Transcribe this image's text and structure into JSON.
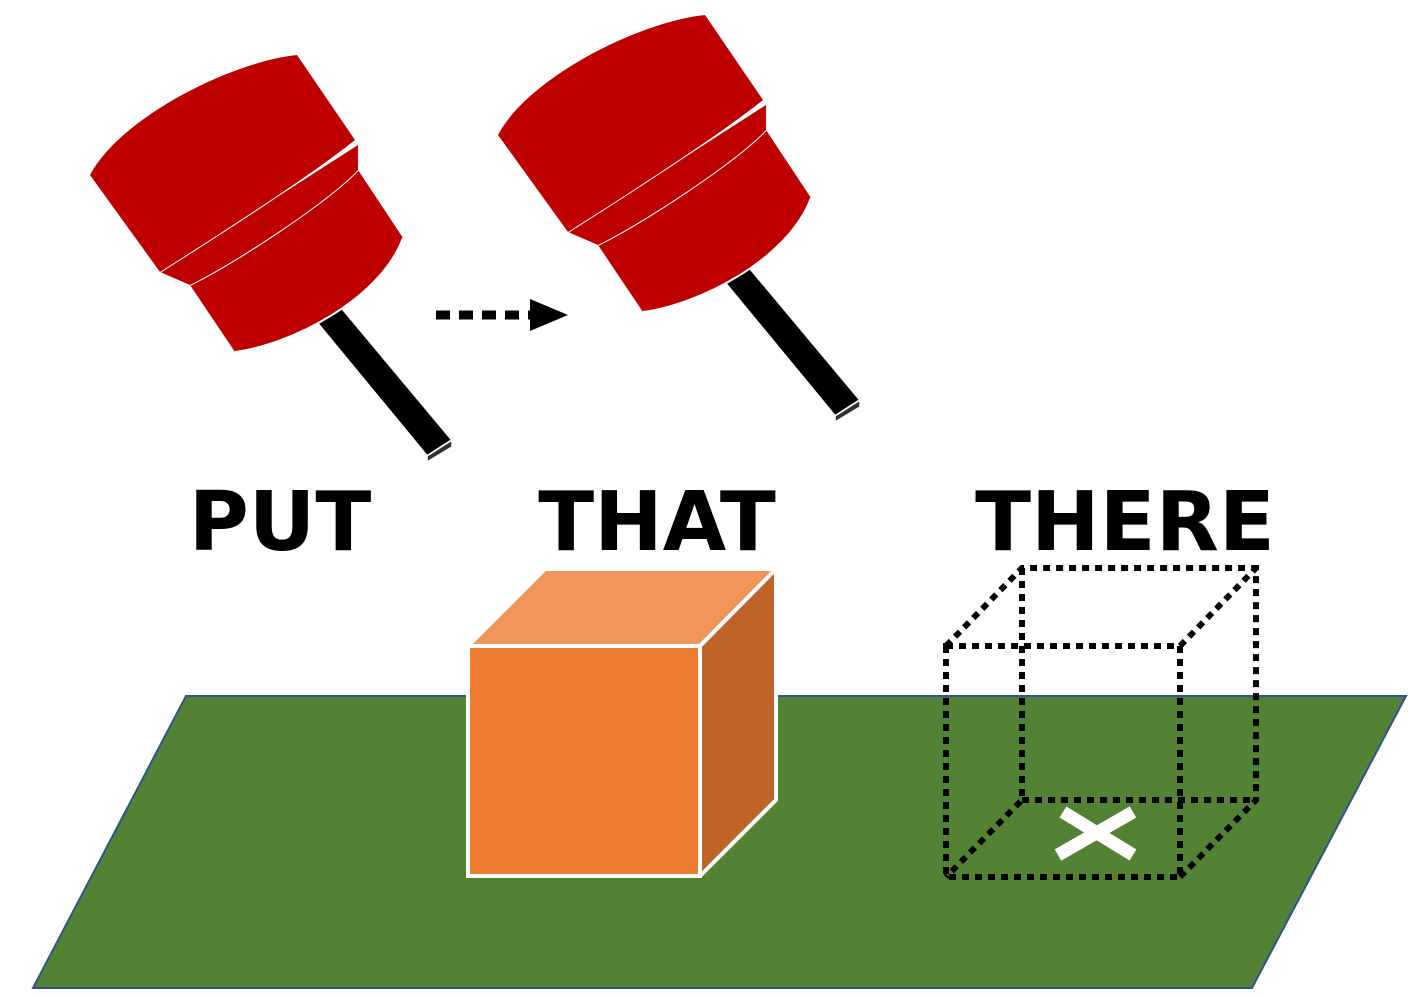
{
  "labels": {
    "put": "PUT",
    "that": "THAT",
    "there": "THERE"
  },
  "icons": {
    "pointer_device": "red-cylinder-pointer-icon",
    "motion_arrow": "dotted-arrow-right-icon",
    "target_mark": "x-mark-icon"
  },
  "colors": {
    "device_red": "#BF0000",
    "rod_black": "#000000",
    "table_green": "#548235",
    "table_border": "#2F528F",
    "cube_front": "#ED7D31",
    "cube_top": "#F0965A",
    "cube_side": "#BF6428",
    "placeholder_outline": "#000000",
    "target_mark": "#FFFFFF"
  }
}
